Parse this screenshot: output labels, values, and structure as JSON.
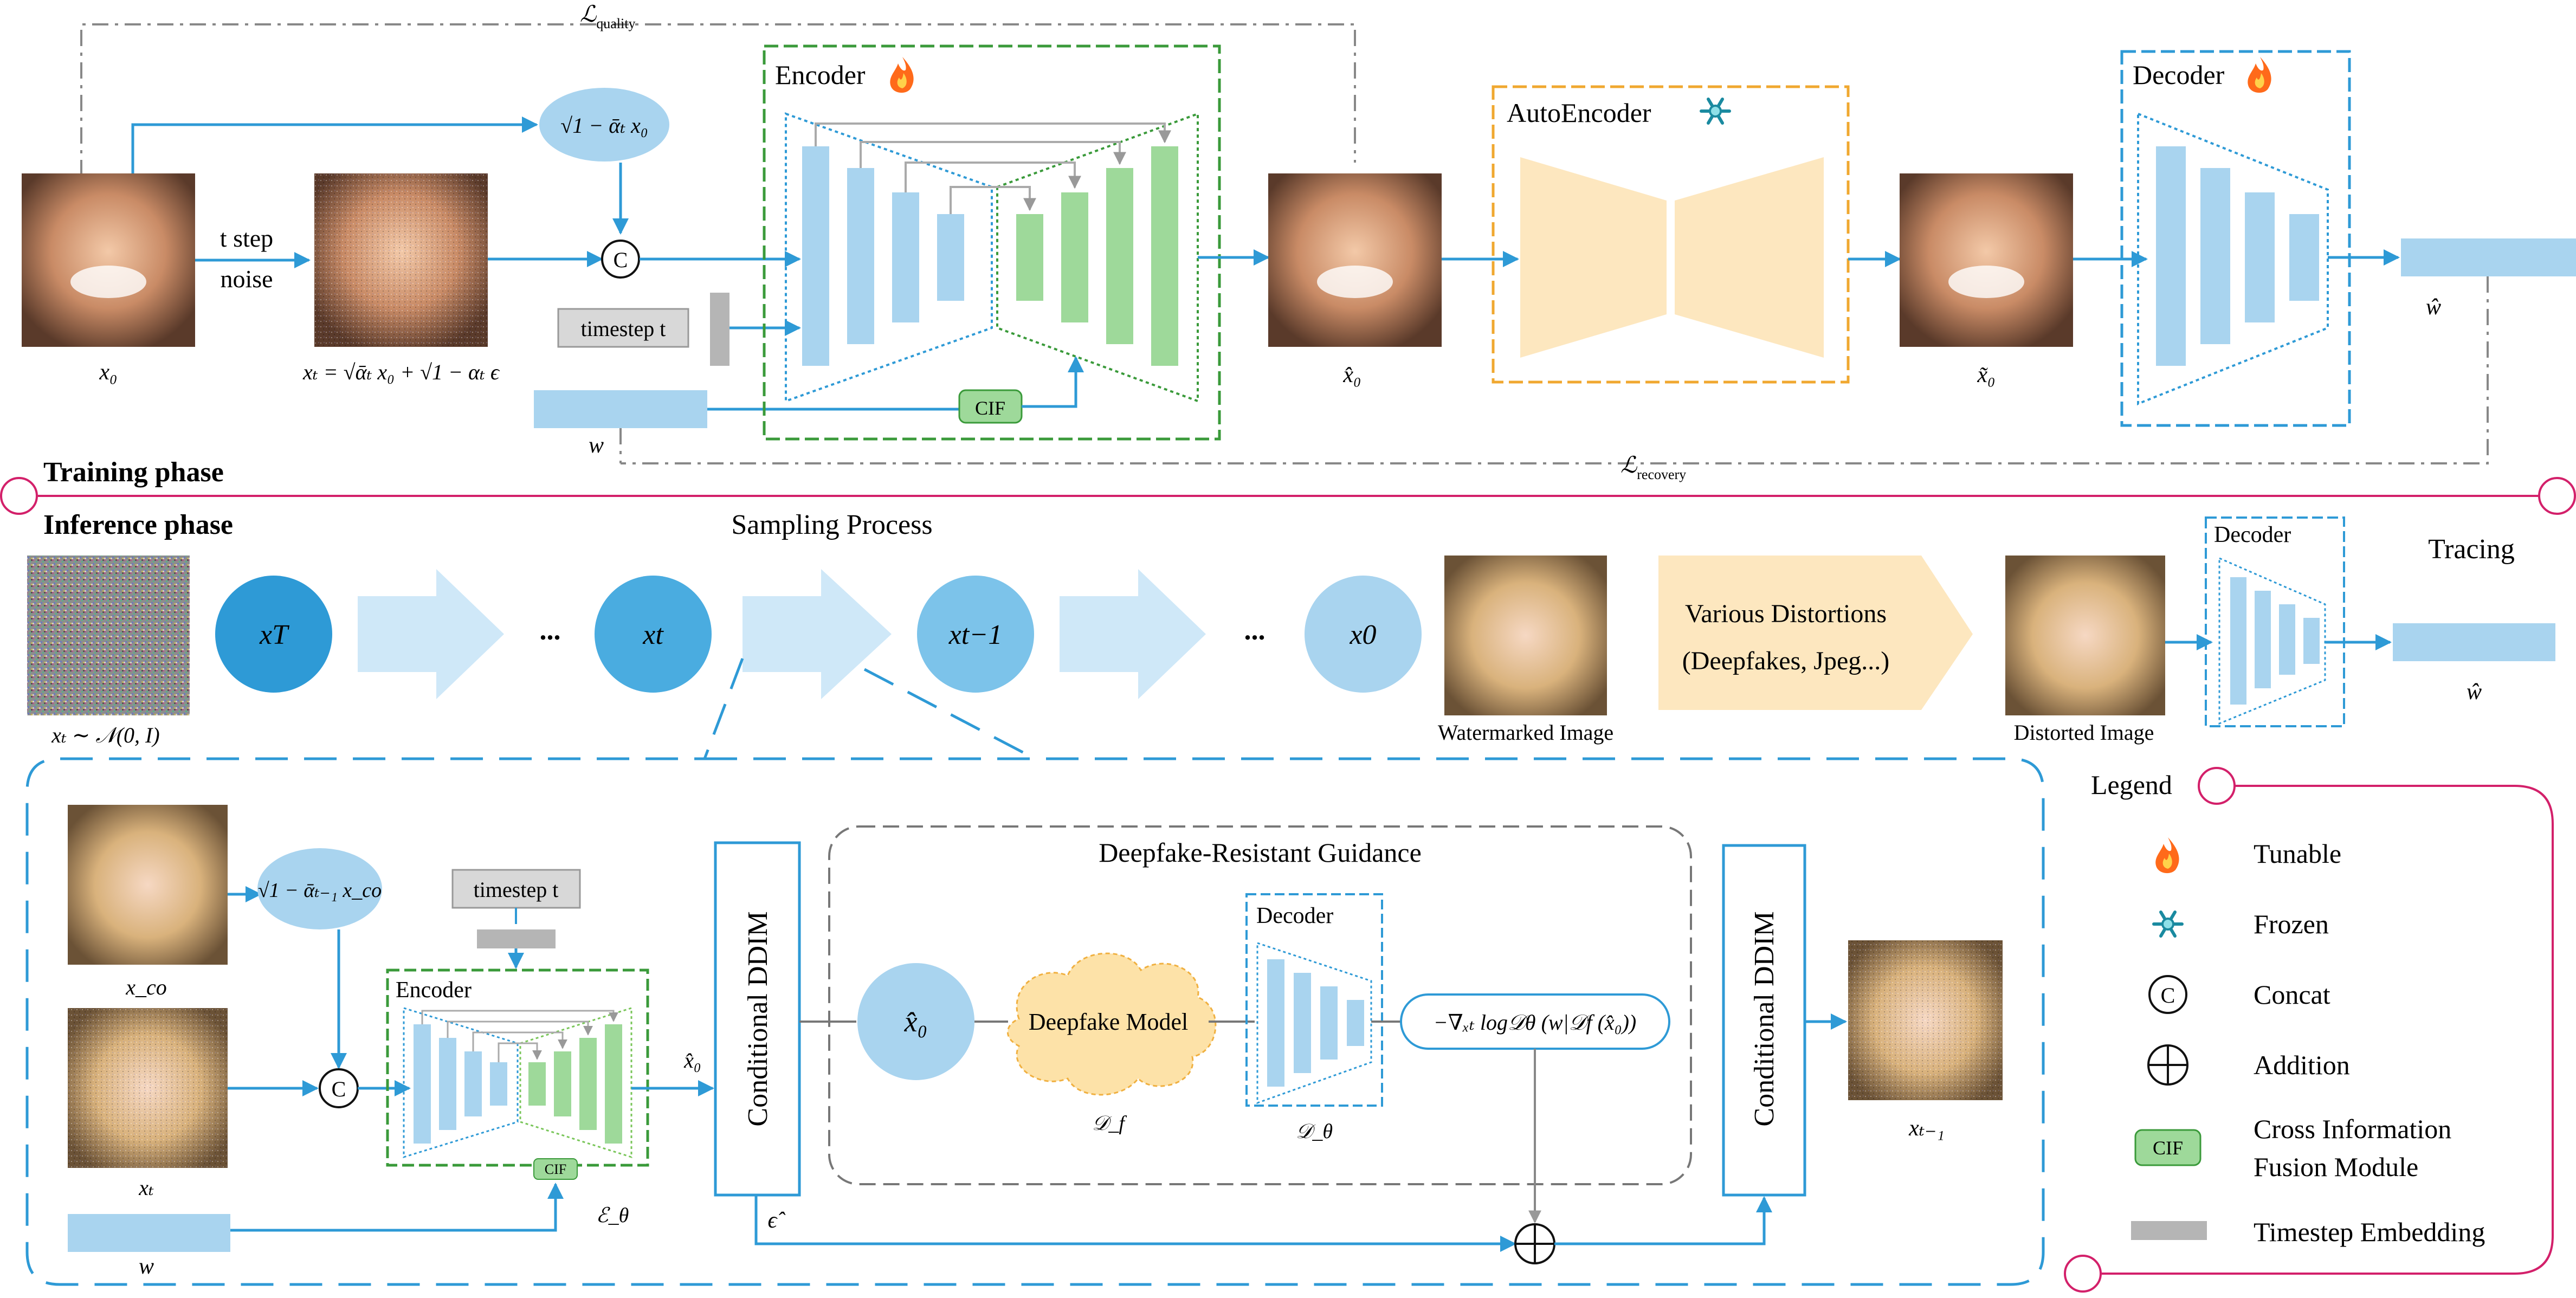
{
  "colors": {
    "blue": "#2e9ad6",
    "light_blue": "#a9d4ef",
    "pale_blue": "#cfe8f8",
    "green": "#9ed99a",
    "green_border": "#3a9a3a",
    "orange_border": "#f0a830",
    "cream": "#fde7bf",
    "magenta": "#d3206a",
    "gray": "#999999"
  },
  "training": {
    "phase_label": "Training phase",
    "loss_quality": "ℒ",
    "loss_quality_sub": "quality",
    "loss_recovery": "ℒ",
    "loss_recovery_sub": "recovery",
    "x0": "x₀",
    "t_step": "t step",
    "noise": "noise",
    "xt_formula": "xₜ = √ᾱₜ x₀ + √1 − αₜ ϵ",
    "sqrt_term": "√1 − ᾱₜ x₀",
    "concat": "C",
    "timestep": "timestep t",
    "w": "w",
    "encoder": "Encoder",
    "cif": "CIF",
    "x0_hat": "x̂₀",
    "autoencoder": "AutoEncoder",
    "x0_tilde": "x̃₀",
    "decoder": "Decoder",
    "w_hat": "ŵ"
  },
  "inference": {
    "phase_label": "Inference phase",
    "sampling": "Sampling Process",
    "xT_dist": "xₜ ∼ 𝒩(0, I)",
    "node_xT": "xT",
    "node_xt": "xt",
    "node_xt1": "xt−1",
    "node_x0": "x0",
    "dots": "...",
    "watermarked": "Watermarked Image",
    "distortions_line1": "Various Distortions",
    "distortions_line2": "(Deepfakes, Jpeg...)",
    "distorted": "Distorted Image",
    "decoder": "Decoder",
    "tracing": "Tracing",
    "w_hat": "ŵ"
  },
  "detail": {
    "x_co": "x_co",
    "x_t": "xₜ",
    "w": "w",
    "sqrt_term": "√1 − ᾱₜ₋₁ x_co",
    "concat": "C",
    "timestep": "timestep t",
    "encoder": "Encoder",
    "cif": "CIF",
    "enc_label": "ℰ_θ",
    "x0_hat": "x̂₀",
    "cond_ddim": "Conditional DDIM",
    "eps_hat": "ϵ̂",
    "guidance_title": "Deepfake-Resistant Guidance",
    "x0_hat_node": "x̂₀",
    "deepfake_model": "Deepfake Model",
    "df_label": "𝒟_f",
    "decoder": "Decoder",
    "dec_label": "𝒟_θ",
    "gradient": "−∇ₓₜ log𝒟θ (w|𝒟f (x̂₀))",
    "x_t1": "xₜ₋₁"
  },
  "legend": {
    "title": "Legend",
    "items": [
      {
        "icon": "fire-icon",
        "label": "Tunable"
      },
      {
        "icon": "snowflake-icon",
        "label": "Frozen"
      },
      {
        "icon": "concat-icon",
        "label": "Concat"
      },
      {
        "icon": "addition-icon",
        "label": "Addition"
      },
      {
        "icon": "cif-icon",
        "label": "Cross Information"
      },
      {
        "icon": "timestep-embedding-icon",
        "label": "Timestep Embedding"
      }
    ],
    "cif_line2": "Fusion Module",
    "cif_chip": "CIF",
    "concat_chip": "C"
  }
}
